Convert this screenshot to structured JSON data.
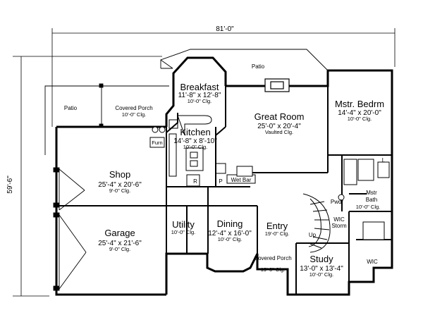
{
  "plan": {
    "overall_width": "81'-0\"",
    "overall_depth": "59'-6\""
  },
  "rooms": {
    "patio_top": {
      "name": "Patio"
    },
    "patio_left": {
      "name": "Patio"
    },
    "covered_porch_back": {
      "name": "Covered Porch",
      "ceiling": "10'-0\" Clg."
    },
    "breakfast": {
      "name": "Breakfast",
      "size": "11'-8\" x 12'-8\"",
      "ceiling": "10'-0\" Clg."
    },
    "great_room": {
      "name": "Great Room",
      "size": "25'-0\" x 20'-4\"",
      "ceiling": "Vaulted Clg."
    },
    "master_bedroom": {
      "name": "Mstr. Bedrm",
      "size": "14'-4\" x 20'-0\"",
      "ceiling": "10'-0\" Clg."
    },
    "kitchen": {
      "name": "Kitchen",
      "size": "14'-8\" x 8'-10\"",
      "ceiling": "10'-0\" Clg."
    },
    "shop": {
      "name": "Shop",
      "size": "25'-4\" x 20'-6\"",
      "ceiling": "9'-0\" Clg."
    },
    "garage": {
      "name": "Garage",
      "size": "25'-4\" x 21'-6\"",
      "ceiling": "9'-0\" Clg."
    },
    "utility": {
      "name": "Utility",
      "ceiling": "10'-0\" Clg."
    },
    "dining": {
      "name": "Dining",
      "size": "12'-4\" x 16'-0\"",
      "ceiling": "10'-0\" Clg."
    },
    "entry": {
      "name": "Entry",
      "ceiling": "19'-0\" Clg."
    },
    "covered_porch_front": {
      "name": "Covered Porch",
      "ceiling": "19'-0\" Clg."
    },
    "study": {
      "name": "Study",
      "size": "13'-0\" x 13'-4\"",
      "ceiling": "10'-0\" Clg."
    },
    "master_bath": {
      "name1": "Mstr",
      "name2": "Bath",
      "ceiling": "10'-0\" Clg."
    },
    "wic": {
      "name": "WIC"
    },
    "wic_storage": {
      "name1": "WIC",
      "name2": "Storm"
    }
  },
  "fixtures": {
    "wet_bar": "Wet Bar",
    "pwdr": "Pwdr",
    "furn": "Furn",
    "pantry": "P",
    "linen": "L",
    "fridge": "R",
    "up": "Up"
  }
}
